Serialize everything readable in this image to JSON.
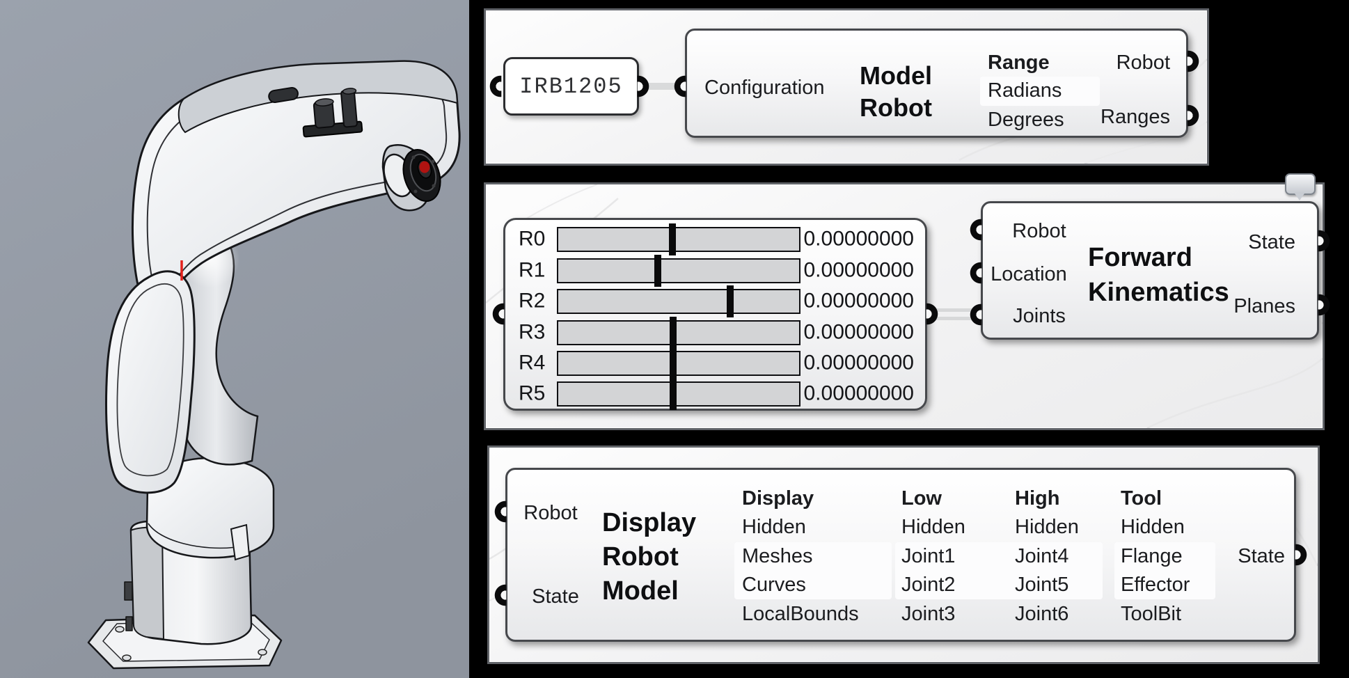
{
  "colors": {
    "canvas": "#000000",
    "viewport_top": "#9ba2ad",
    "viewport_bottom": "#8e949e",
    "panel_border": "#606368",
    "component_border": "#46484c",
    "wire": "#d9dadb",
    "slider_track": "#d3d4d6",
    "highlight_band": "#fcfcfd",
    "marker_red": "#e3201b",
    "flange_red": "#b01311"
  },
  "icons": {
    "fk_note": "speech-bubble-icon"
  },
  "model_robot_group": {
    "value_panel": "IRB1205",
    "comp": {
      "title1": "Model",
      "title2": "Robot",
      "input_configuration": "Configuration",
      "range_header": "Range",
      "opt_radians": "Radians",
      "opt_degrees": "Degrees",
      "out_robot": "Robot",
      "out_ranges": "Ranges"
    }
  },
  "kinematics_group": {
    "sliders": [
      {
        "label": "R0",
        "value": "0.00000000",
        "fraction": 0.474
      },
      {
        "label": "R1",
        "value": "0.00000000",
        "fraction": 0.414
      },
      {
        "label": "R2",
        "value": "0.00000000",
        "fraction": 0.714
      },
      {
        "label": "R3",
        "value": "0.00000000",
        "fraction": 0.478
      },
      {
        "label": "R4",
        "value": "0.00000000",
        "fraction": 0.478
      },
      {
        "label": "R5",
        "value": "0.00000000",
        "fraction": 0.478
      }
    ],
    "fk": {
      "title1": "Forward",
      "title2": "Kinematics",
      "in_robot": "Robot",
      "in_location": "Location",
      "in_joints": "Joints",
      "out_state": "State",
      "out_planes": "Planes"
    }
  },
  "display_group": {
    "in_robot": "Robot",
    "in_state": "State",
    "title1": "Display",
    "title2": "Robot",
    "title3": "Model",
    "columns": [
      {
        "header": "Display",
        "options": [
          "Hidden",
          "Meshes",
          "Curves",
          "LocalBounds"
        ]
      },
      {
        "header": "Low",
        "options": [
          "Hidden",
          "Joint1",
          "Joint2",
          "Joint3"
        ]
      },
      {
        "header": "High",
        "options": [
          "Hidden",
          "Joint4",
          "Joint5",
          "Joint6"
        ]
      },
      {
        "header": "Tool",
        "options": [
          "Hidden",
          "Flange",
          "Effector",
          "ToolBit"
        ]
      }
    ],
    "out_state": "State"
  }
}
